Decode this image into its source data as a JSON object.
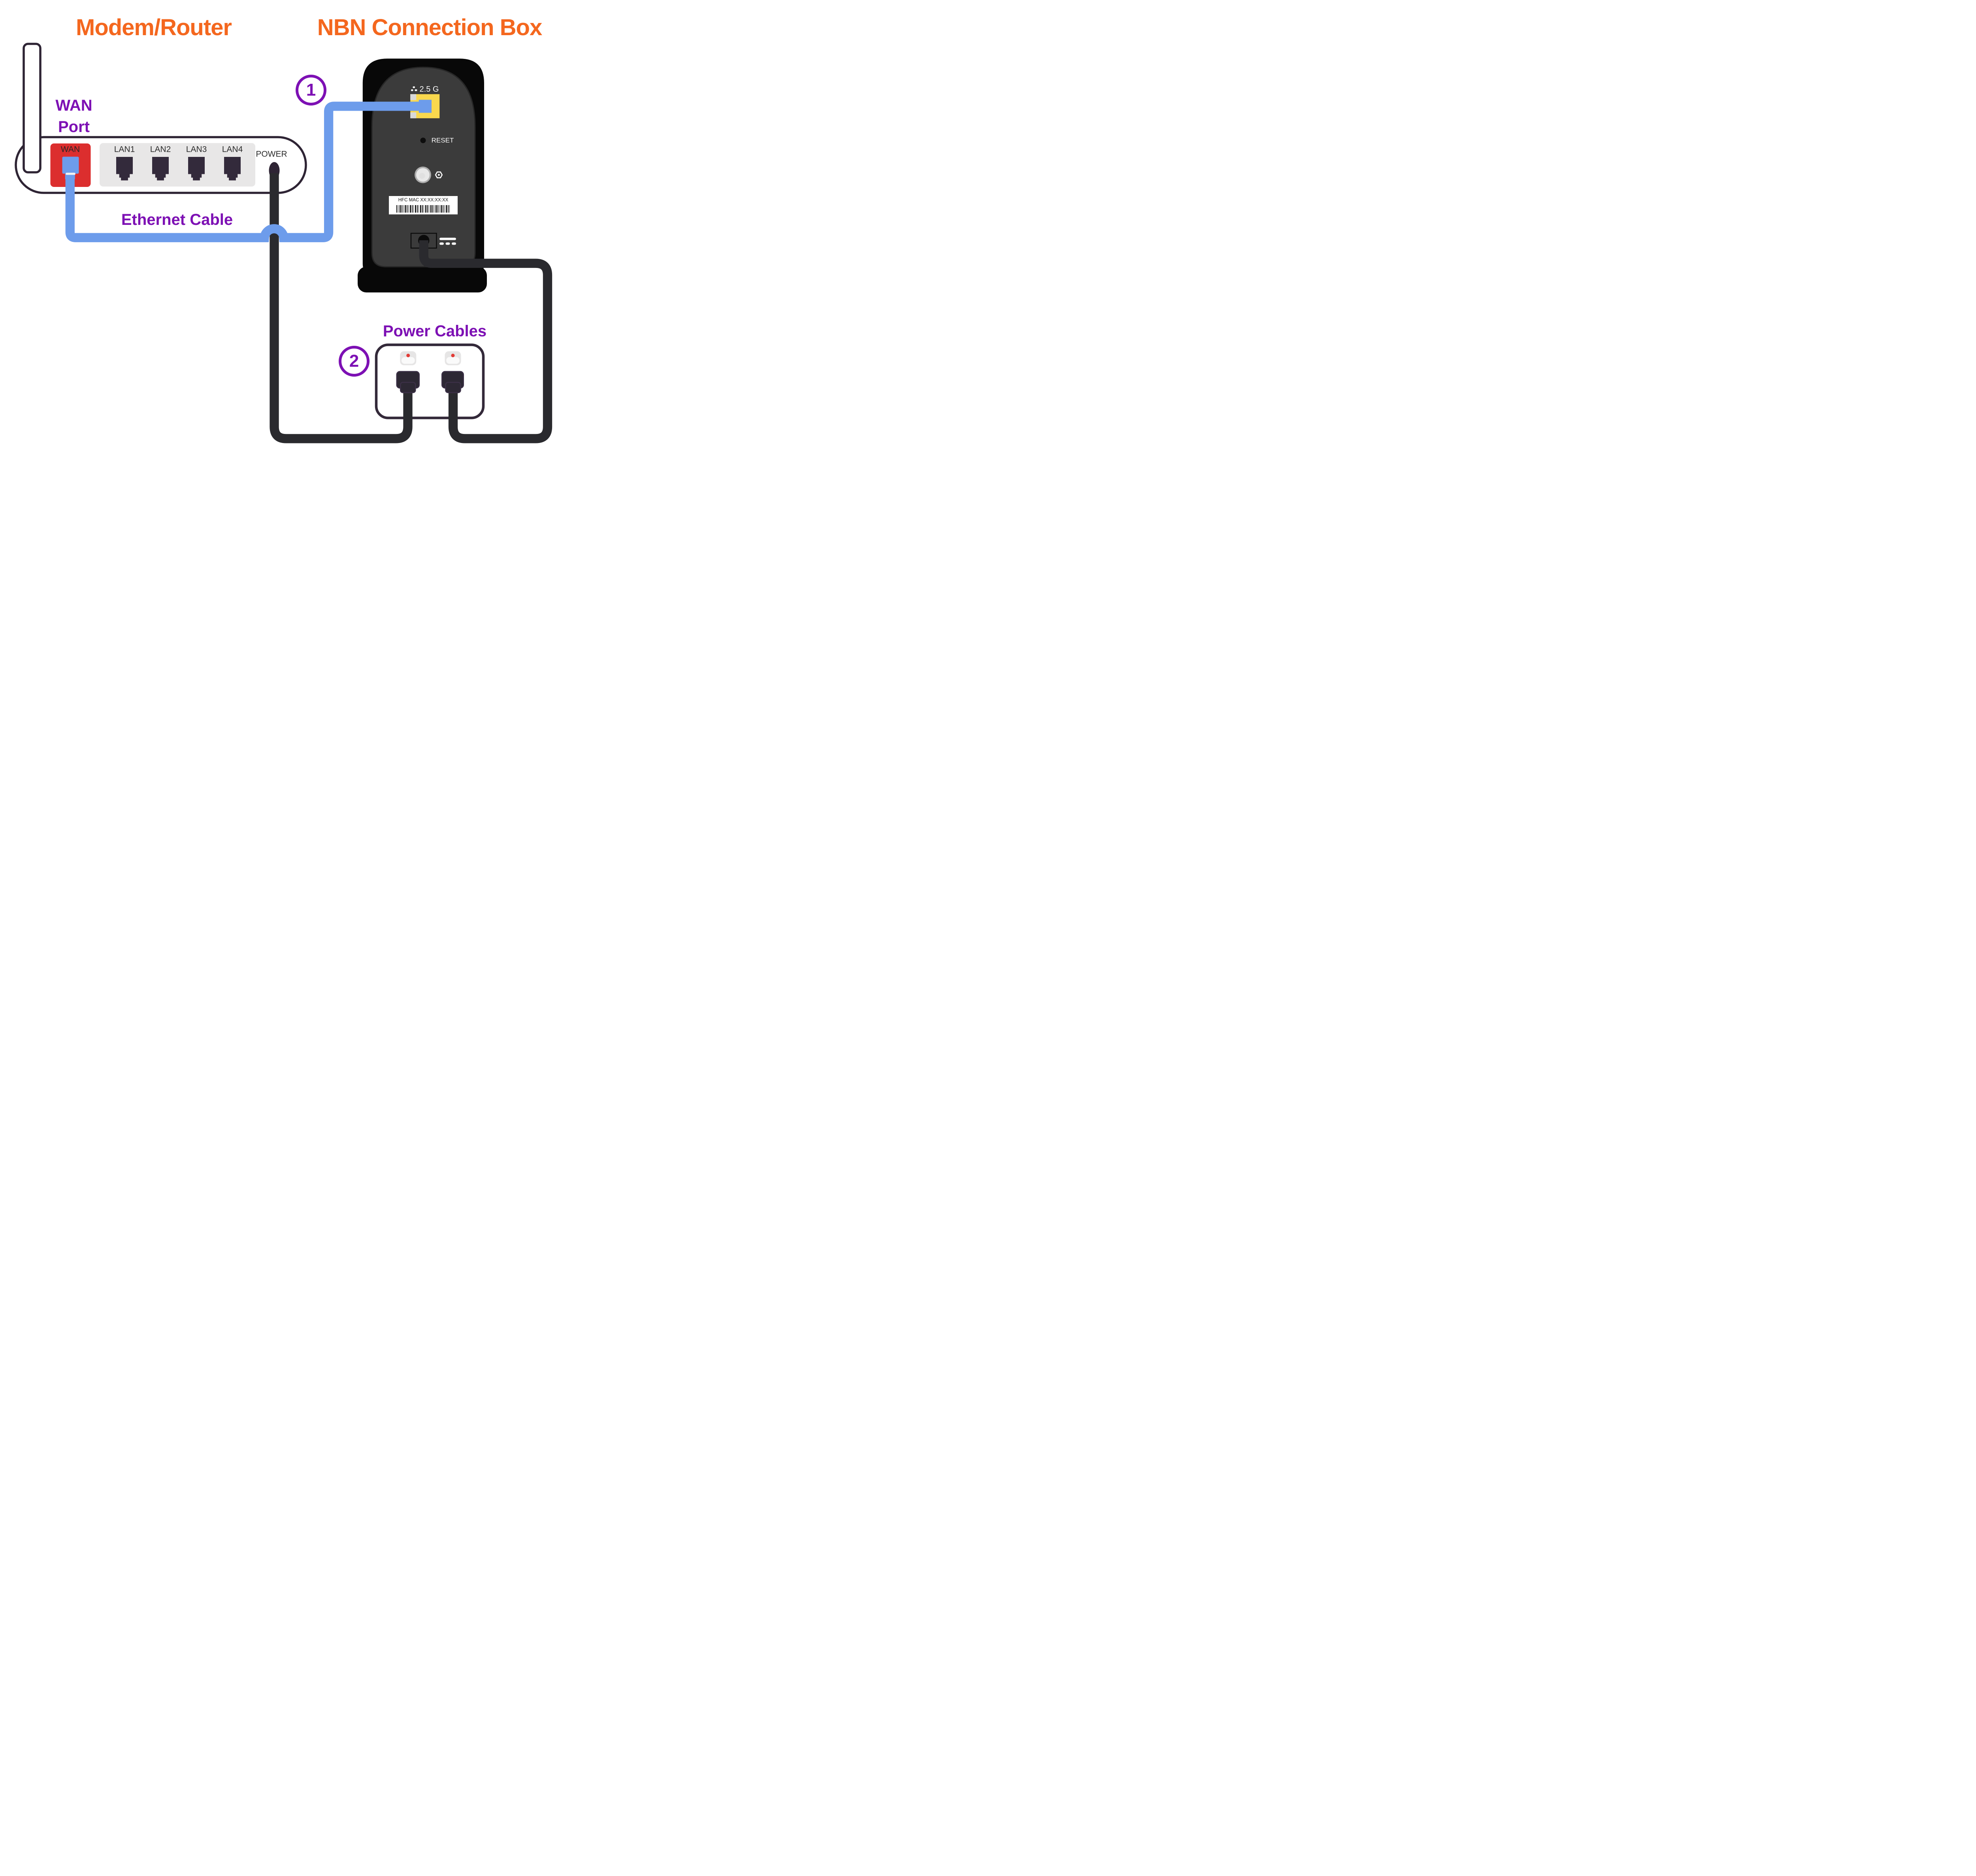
{
  "titles": {
    "left": "Modem/Router",
    "right": "NBN Connection Box"
  },
  "annotations": {
    "wan_port_line1": "WAN",
    "wan_port_line2": "Port",
    "ethernet_cable": "Ethernet Cable",
    "power_cables": "Power Cables"
  },
  "steps": {
    "step1": "1",
    "step2": "2"
  },
  "router": {
    "wan_port_label": "WAN",
    "lan_ports": [
      "LAN1",
      "LAN2",
      "LAN3",
      "LAN4"
    ],
    "power_label": "POWER"
  },
  "nbn_box": {
    "port_speed_label": "2.5 G",
    "reset_label": "RESET",
    "mac_label": "HFC MAC XX:XX:XX:XX"
  },
  "colors": {
    "title_orange": "#F4671E",
    "annotation_purple": "#7D10B4",
    "ethernet_blue": "#6D9CEB",
    "wan_red": "#DC2E2E",
    "port_yellow": "#F9D84D",
    "outline_ink": "#2E2434",
    "power_cable_black": "#2A2A2E",
    "nbn_body_black": "#080808",
    "nbn_face_gray": "#3B3B3B",
    "lan_panel_gray": "#E8E7E7"
  }
}
